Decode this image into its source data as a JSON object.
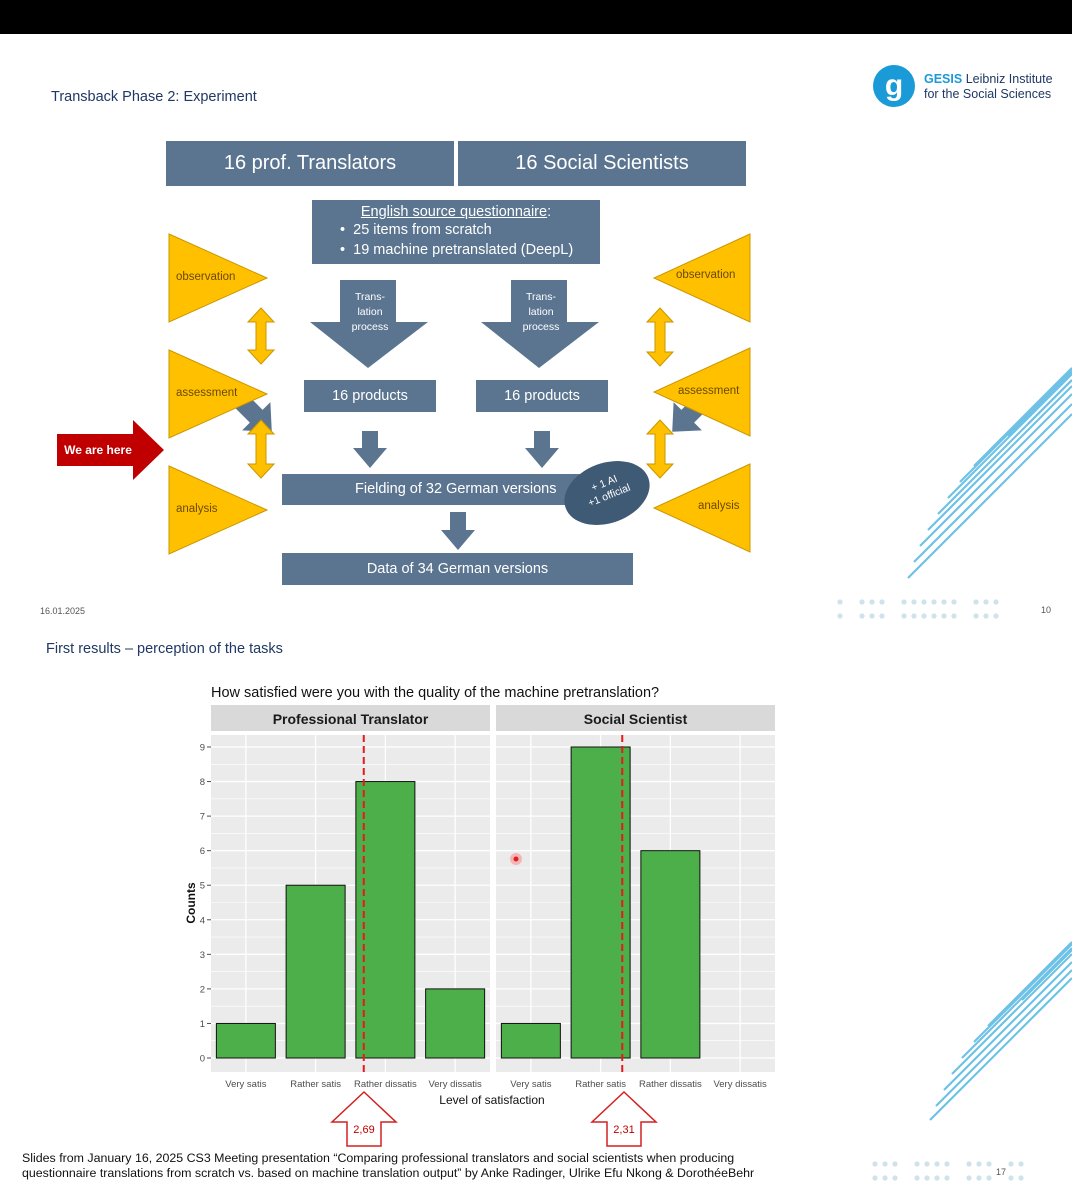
{
  "slide1": {
    "title": "Transback Phase 2: Experiment",
    "logo_letter": "g",
    "logo_bold": "GESIS",
    "logo_line1": "Leibniz Institute",
    "logo_line2": "for the Social Sciences",
    "box_translators": "16 prof. Translators",
    "box_scientists": "16 Social Scientists",
    "source_heading": "English source questionnaire",
    "source_colon": ":",
    "source_items": [
      "25 items from scratch",
      "19 machine pretranslated (DeepL)"
    ],
    "process_label": [
      "Trans-",
      "lation",
      "process"
    ],
    "products_left": "16 products",
    "products_right": "16 products",
    "fielding": "Fielding of 32 German versions",
    "oval_line1": "+ 1 AI",
    "oval_line2": "+1 official",
    "data_box": "Data of 34 German versions",
    "we_are_here": "We are here",
    "left_triangles": [
      "observation",
      "assessment",
      "analysis"
    ],
    "right_triangles": [
      "observation",
      "assessment",
      "analysis"
    ],
    "date": "16.01.2025",
    "page_number": "10",
    "colors": {
      "box": "#5b7591",
      "triangle": "#ffc000",
      "arrow_red": "#c00000",
      "title": "#1f3864"
    }
  },
  "slide2": {
    "title": "First results – perception of the tasks",
    "page_number": "17",
    "mean_left": "2,69",
    "mean_right": "2,31"
  },
  "chart_data": {
    "type": "bar",
    "title": "How satisfied were you with the quality of the machine pretranslation?",
    "xlabel": "Level of satisfaction",
    "ylabel": "Counts",
    "ylim": [
      0,
      9
    ],
    "yticks": [
      "0",
      "1",
      "2",
      "3",
      "4",
      "5",
      "6",
      "7",
      "8",
      "9"
    ],
    "categories": [
      "Very satis",
      "Rather satis",
      "Rather dissatis",
      "Very dissatis"
    ],
    "facets": [
      {
        "name": "Professional Translator",
        "values": [
          1,
          5,
          8,
          2
        ],
        "mean_line": 2.69
      },
      {
        "name": "Social Scientist",
        "values": [
          1,
          9,
          6,
          0
        ],
        "mean_line": 2.31
      }
    ],
    "bar_color": "#4daf4a",
    "mean_line_color": "#e41a1c",
    "grid": true
  },
  "caption": {
    "line1": "Slides from January 16, 2025 CS3 Meeting presentation “Comparing professional translators and social scientists when producing",
    "line2": "questionnaire translations from scratch vs. based on machine translation output” by Anke Radinger, Ulrike Efu Nkong & DorothéeBehr"
  }
}
